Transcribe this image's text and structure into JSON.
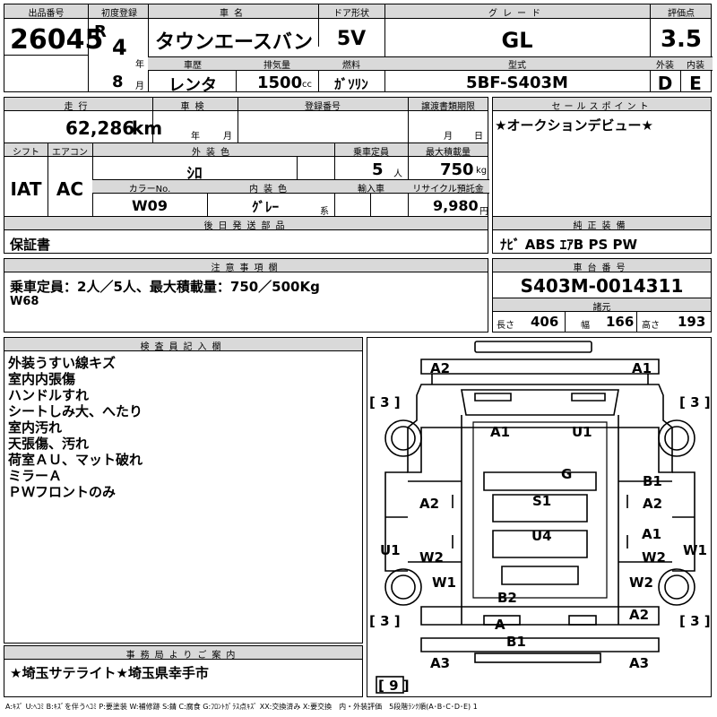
{
  "lot": {
    "label": "出品番号",
    "value": "26045"
  },
  "first_reg": {
    "label": "初度登録",
    "era": "R",
    "year": "4",
    "year_unit": "年",
    "month": "8",
    "month_unit": "月"
  },
  "car_name": {
    "label": "車名",
    "value": "タウンエースバン"
  },
  "door": {
    "label": "ドア形状",
    "value": "5V"
  },
  "grade": {
    "label": "グレード",
    "value": "GL"
  },
  "score": {
    "label": "評価点",
    "value": "3.5"
  },
  "history": {
    "label": "車歴",
    "value": "レンタ"
  },
  "displacement": {
    "label": "排気量",
    "value": "1500",
    "unit": "cc"
  },
  "fuel": {
    "label": "燃料",
    "value": "ｶﾞｿﾘﾝ"
  },
  "model": {
    "label": "型式",
    "value": "5BF-S403M"
  },
  "exterior_score": {
    "label": "外装",
    "value": "D"
  },
  "interior_score": {
    "label": "内装",
    "value": "E"
  },
  "mileage": {
    "label": "走行",
    "value": "62,286",
    "unit": "km"
  },
  "inspection": {
    "label": "車検",
    "year_unit": "年",
    "month_unit": "月"
  },
  "reg_number": {
    "label": "登録番号"
  },
  "transfer": {
    "label": "譲渡書類期限",
    "month_unit": "月",
    "day_unit": "日"
  },
  "shift": {
    "label": "シフト",
    "value": "IAT"
  },
  "ac": {
    "label": "エアコン",
    "value": "AC"
  },
  "ext_color": {
    "label": "外装色",
    "value": "ｼﾛ"
  },
  "capacity": {
    "label": "乗車定員",
    "value": "5",
    "unit": "人"
  },
  "max_load": {
    "label": "最大積載量",
    "value": "750",
    "unit": "kg"
  },
  "color_no": {
    "label": "カラーNo.",
    "value": "W09"
  },
  "int_color": {
    "label": "内装色",
    "value": "ｸﾞﾚｰ",
    "unit": "系"
  },
  "import": {
    "label": "輸入車"
  },
  "recycle": {
    "label": "リサイクル預託金",
    "value": "9,980",
    "unit": "円"
  },
  "later_parts": {
    "label": "後日発送部品",
    "value": "保証書"
  },
  "sales_point": {
    "label": "セールスポイント",
    "value": "★オークションデビュー★"
  },
  "equipment": {
    "label": "純正装備",
    "value": "ﾅﾋﾞ ABS ｴｱB PS PW"
  },
  "caution": {
    "label": "注意事項欄",
    "line1": "乗車定員：2人／5人、最大積載量：750／500Kg",
    "line2": "W68"
  },
  "chassis": {
    "label": "車台番号",
    "value": "S403M-0014311"
  },
  "specs": {
    "label": "諸元",
    "length_label": "長さ",
    "length": "406",
    "width_label": "幅",
    "width": "166",
    "height_label": "高さ",
    "height": "193"
  },
  "inspector": {
    "label": "検査員記入欄",
    "notes": [
      "外装うすい線キズ",
      "室内内張傷",
      "ハンドルすれ",
      "シートしみ大、へたり",
      "室内汚れ",
      "天張傷、汚れ",
      "荷室ＡＵ、マット破れ",
      "ミラーＡ",
      "ＰＷフロントのみ"
    ]
  },
  "office": {
    "label": "事務局よりご案内",
    "value": "★埼玉サテライト★埼玉県幸手市"
  },
  "legend": "A:ｷｽﾞ U:ﾍｺﾐ B:ｷｽﾞを伴うﾍｺﾐ P:要塗装 W:補修跡 S:錆 C:腐食 G:ﾌﾛﾝﾄｶﾞﾗｽ点ｷｽﾞ XX:交換済み X:要交換　内・外装評価　5段階ﾗﾝｸ順(A･B･C･D･E) 1",
  "diagram": {
    "brackets": {
      "fl": "[ 3 ]",
      "fr": "[ 3 ]",
      "rl": "[ 3 ]",
      "rr": "[ 3 ]",
      "spare": "[ 9 ]"
    },
    "labels": {
      "front_left": "A2",
      "front_right": "A1",
      "hood": "A1",
      "roof_front": "U1",
      "glass": "G",
      "left_door1": "A2",
      "right_door1_b": "B1",
      "right_door1_a": "A2",
      "seat": "S1",
      "floor": "U4",
      "right_door2_a": "A1",
      "right_door2_w": "W2",
      "left_side": "U1",
      "right_side": "W1",
      "left_door2": "W2",
      "left_fender": "W1",
      "right_fender": "W2",
      "rear_b": "B2",
      "rear_a": "A",
      "rear_right": "A2",
      "bumper_b": "B1",
      "rear_corner_l": "A3",
      "rear_corner_r": "A3"
    }
  }
}
